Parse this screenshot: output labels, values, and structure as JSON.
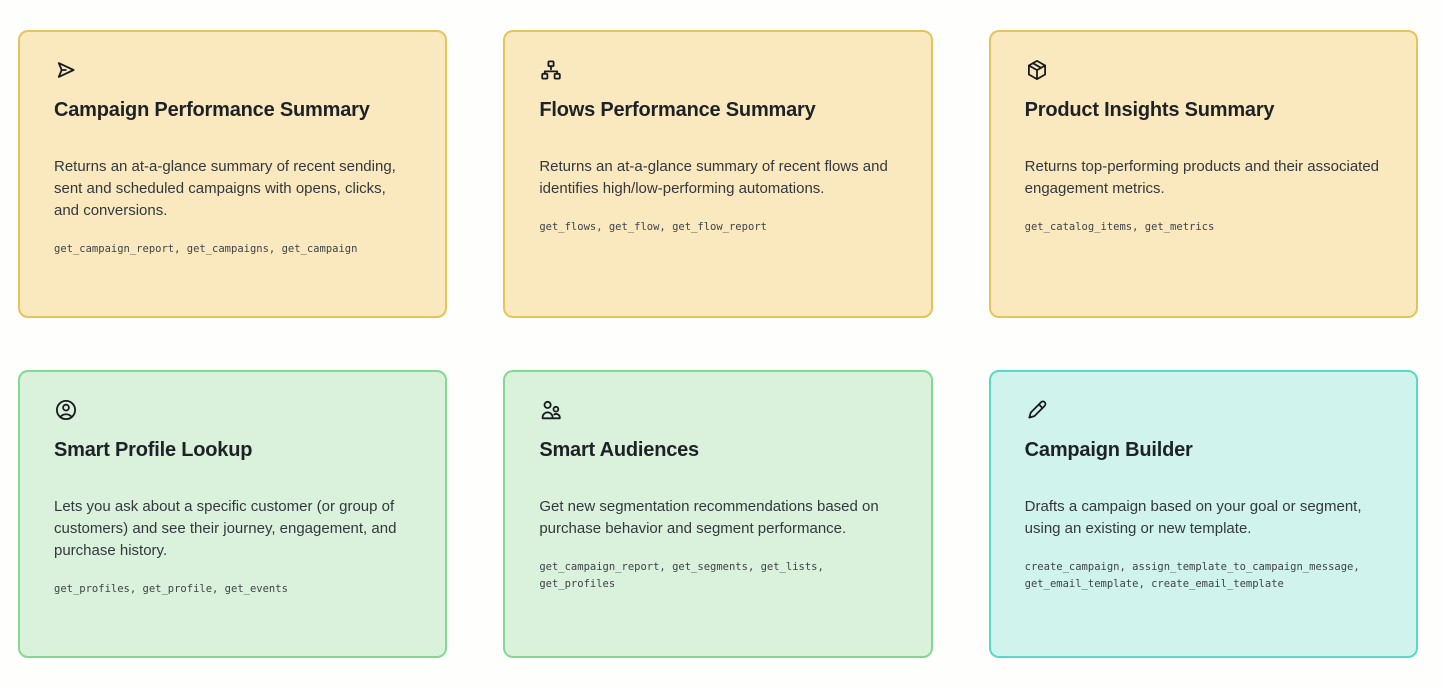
{
  "page": {
    "background_color": "#FEFEFD",
    "text_color": "#1E2227"
  },
  "themes": {
    "yellow": {
      "background": "#FAE9BE",
      "border": "#E5C45C"
    },
    "green": {
      "background": "#DAF2DC",
      "border": "#85D892"
    },
    "teal": {
      "background": "#D0F4ED",
      "border": "#58D9C7"
    }
  },
  "cards": [
    {
      "icon": "send-icon",
      "theme": "yellow",
      "title": "Campaign Performance Summary",
      "description": "Returns an at-a-glance summary of recent sending, sent and scheduled campaigns with opens, clicks, and conversions.",
      "tools": "get_campaign_report, get_campaigns, get_campaign"
    },
    {
      "icon": "flow-sitemap-icon",
      "theme": "yellow",
      "title": "Flows Performance Summary",
      "description": "Returns an at-a-glance summary of recent flows and identifies high/low-performing automations.",
      "tools": "get_flows, get_flow, get_flow_report"
    },
    {
      "icon": "package-icon",
      "theme": "yellow",
      "title": "Product Insights Summary",
      "description": "Returns top-performing products and their associated engagement metrics.",
      "tools": "get_catalog_items, get_metrics"
    },
    {
      "icon": "user-circle-icon",
      "theme": "green",
      "title": "Smart Profile Lookup",
      "description": "Lets you ask about a specific customer (or group of customers) and see their journey, engagement, and purchase history.",
      "tools": "get_profiles, get_profile, get_events"
    },
    {
      "icon": "users-icon",
      "theme": "green",
      "title": "Smart Audiences",
      "description": "Get new segmentation recommendations based on purchase behavior and segment performance.",
      "tools": "get_campaign_report, get_segments, get_lists, get_profiles"
    },
    {
      "icon": "pencil-icon",
      "theme": "teal",
      "title": "Campaign Builder",
      "description": "Drafts a campaign based on your goal or segment, using an existing or new template.",
      "tools": "create_campaign, assign_template_to_campaign_message, get_email_template, create_email_template"
    }
  ]
}
